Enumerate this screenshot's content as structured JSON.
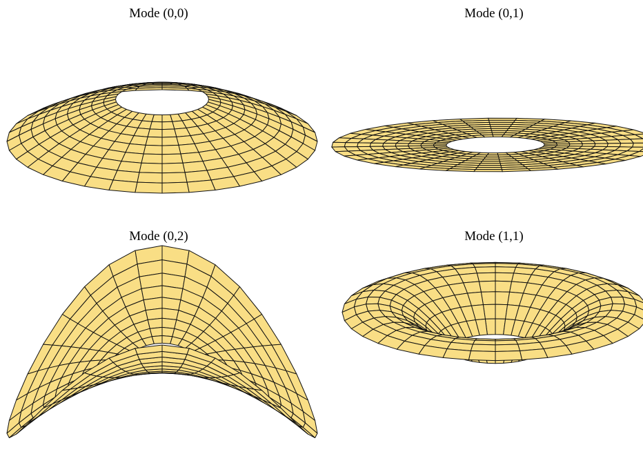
{
  "panels": [
    {
      "id": "00",
      "title": "Mode (0,0)"
    },
    {
      "id": "01",
      "title": "Mode (0,1)"
    },
    {
      "id": "02",
      "title": "Mode (0,2)"
    },
    {
      "id": "11",
      "title": "Mode (1,1)"
    }
  ],
  "colors": {
    "surface_fill": "#f9de85",
    "mesh_line": "#111111",
    "background": "#ffffff"
  },
  "mesh": {
    "angular_segments": 36,
    "radial_rings": 9
  }
}
